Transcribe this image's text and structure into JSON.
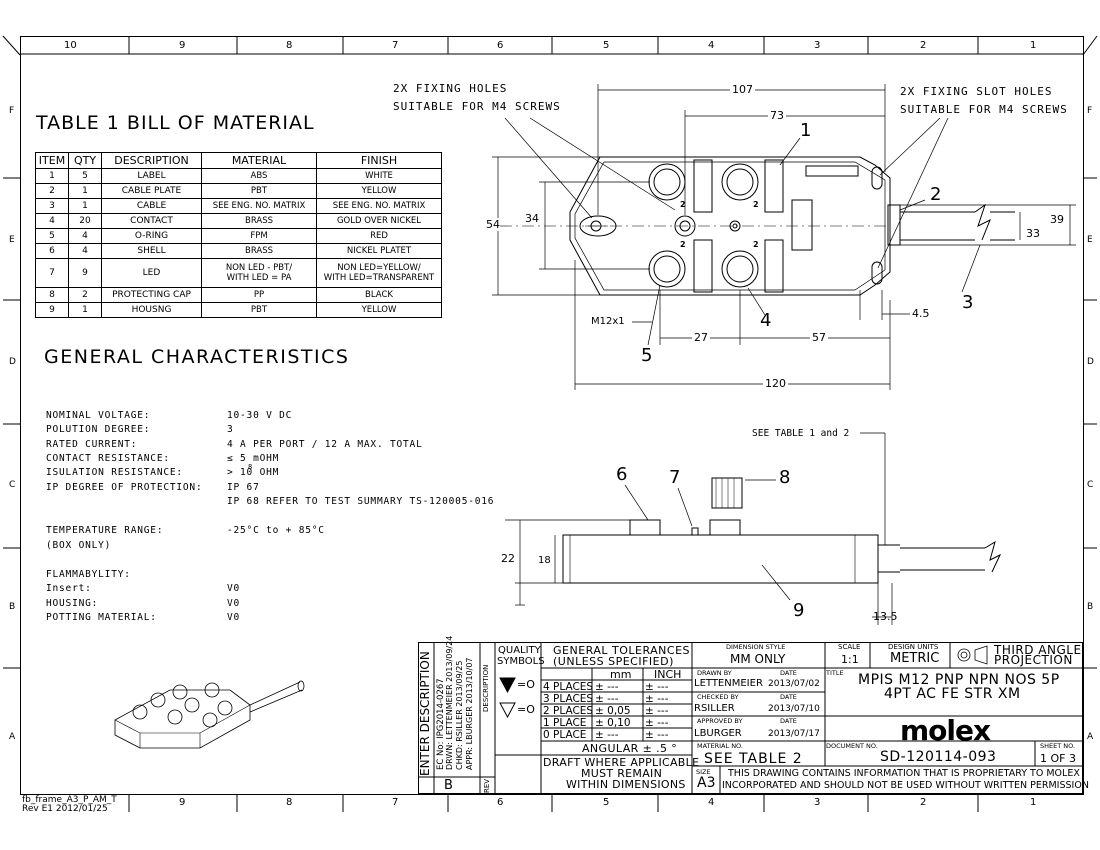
{
  "frame": {
    "col_numbers_top": [
      "10",
      "9",
      "8",
      "7",
      "6",
      "5",
      "4",
      "3",
      "2",
      "1"
    ],
    "col_numbers_bottom": [
      "9",
      "8",
      "7",
      "6",
      "5",
      "4",
      "3",
      "2",
      "1"
    ],
    "row_letters": [
      "F",
      "E",
      "D",
      "C",
      "B",
      "A"
    ],
    "frame_id": "fb_frame_A3_P_AM_T",
    "frame_rev": "Rev E1 2012/01/25"
  },
  "bom": {
    "title": "TABLE 1 BILL OF MATERIAL",
    "headers": [
      "ITEM",
      "QTY",
      "DESCRIPTION",
      "MATERIAL",
      "FINISH"
    ],
    "rows": [
      [
        "1",
        "5",
        "LABEL",
        "ABS",
        "WHITE"
      ],
      [
        "2",
        "1",
        "CABLE PLATE",
        "PBT",
        "YELLOW"
      ],
      [
        "3",
        "1",
        "CABLE",
        "SEE ENG. NO. MATRIX",
        "SEE ENG. NO. MATRIX"
      ],
      [
        "4",
        "20",
        "CONTACT",
        "BRASS",
        "GOLD OVER NICKEL"
      ],
      [
        "5",
        "4",
        "O-RING",
        "FPM",
        "RED"
      ],
      [
        "6",
        "4",
        "SHELL",
        "BRASS",
        "NICKEL PLATET"
      ],
      [
        "7",
        "9",
        "LED",
        "NON LED - PBT/\nWITH LED = PA",
        "NON LED=YELLOW/\nWITH LED=TRANSPARENT"
      ],
      [
        "8",
        "2",
        "PROTECTING CAP",
        "PP",
        "BLACK"
      ],
      [
        "9",
        "1",
        "HOUSNG",
        "PBT",
        "YELLOW"
      ]
    ]
  },
  "general": {
    "title": "GENERAL CHARACTERISTICS",
    "rows": [
      [
        "NOMINAL VOLTAGE:",
        "10-30 V DC"
      ],
      [
        "POLUTION DEGREE:",
        "3"
      ],
      [
        "RATED CURRENT:",
        "4 A PER PORT / 12 A MAX. TOTAL"
      ],
      [
        "CONTACT RESISTANCE:",
        "≤ 5 mOHM"
      ],
      [
        "ISULATION RESISTANCE:",
        "> 10 OHM"
      ],
      [
        "IP DEGREE OF PROTECTION:",
        "IP 67"
      ],
      [
        "",
        "IP 68 REFER TO TEST SUMMARY TS-120005-016"
      ],
      [
        "TEMPERATURE RANGE:",
        "-25°C to + 85°C"
      ],
      [
        "(BOX ONLY)",
        ""
      ],
      [
        "FLAMMABYLITY:",
        ""
      ],
      [
        "Insert:",
        "V0"
      ],
      [
        "HOUSING:",
        "V0"
      ],
      [
        "POTTING MATERIAL:",
        "V0"
      ]
    ],
    "isulation_exponent": "8"
  },
  "drawing": {
    "note_fix_holes": [
      "2X FIXING HOLES",
      "SUITABLE FOR M4 SCREWS"
    ],
    "note_slot_holes": [
      "2X FIXING SLOT HOLES",
      "SUITABLE FOR M4 SCREWS"
    ],
    "see_table": "SEE TABLE 1 and 2",
    "dims": {
      "d107": "107",
      "d73": "73",
      "d54": "54",
      "d34": "34",
      "d39": "39",
      "d33": "33",
      "d45": "4.5",
      "d27": "27",
      "d57": "57",
      "d120": "120",
      "d22": "22",
      "d18": "18",
      "d135": "13.5",
      "m12": "M12x1"
    },
    "balloons": [
      "1",
      "2",
      "3",
      "4",
      "5",
      "6",
      "7",
      "8",
      "9"
    ],
    "pin_label": "2"
  },
  "title_block": {
    "enter_description": "ENTER DESCRIPTION",
    "ec_no": "EC No: IPG2014-0267",
    "drwn": "DRWN: LETTENMEIER 2013/09/24",
    "chkd": "CHKD: RSILLER 2013/09/25",
    "appr": "APPR: LBURGER 2013/10/07",
    "rev_letter": "B",
    "rev_label": "REV",
    "description_label": "DESCRIPTION",
    "quality": "QUALITY",
    "symbols": "SYMBOLS",
    "q_symbol_1": "=O",
    "q_symbol_2": "=O",
    "general_tol_1": "GENERAL TOLERANCES",
    "general_tol_2": "(UNLESS SPECIFIED)",
    "mm": "mm",
    "inch": "INCH",
    "tol_rows": [
      [
        "4 PLACES",
        "± ---",
        "± ---"
      ],
      [
        "3 PLACES",
        "± ---",
        "± ---"
      ],
      [
        "2 PLACES",
        "± 0,05",
        "± ---"
      ],
      [
        "1 PLACE",
        "± 0,10",
        "± ---"
      ],
      [
        "0 PLACE",
        "± ---",
        "± ---"
      ]
    ],
    "angular": "ANGULAR ± .5 °",
    "draft_1": "DRAFT WHERE APPLICABLE",
    "draft_2": "MUST REMAIN",
    "draft_3": "WITHIN DIMENSIONS",
    "dim_style_label": "DIMENSION STYLE",
    "dim_style": "MM ONLY",
    "drawn_by_label": "DRAWN BY",
    "drawn_by": "LETTENMEIER",
    "drawn_date": "2013/07/02",
    "checked_by_label": "CHECKED BY",
    "checked_by": "RSILLER",
    "checked_date": "2013/07/10",
    "approved_by_label": "APPROVED BY",
    "approved_by": "LBURGER",
    "approved_date": "2013/07/17",
    "date_label": "DATE",
    "material_label": "MATERIAL NO.",
    "material": "SEE TABLE 2",
    "size_label": "SIZE",
    "size": "A3",
    "scale_label": "SCALE",
    "scale": "1:1",
    "units_label": "DESIGN UNITS",
    "units": "METRIC",
    "projection_1": "THIRD ANGLE",
    "projection_2": "PROJECTION",
    "title_label": "TITLE",
    "title_1": "MPIS M12 PNP NPN NOS 5P",
    "title_2": "4PT AC FE STR XM",
    "logo": "molex",
    "doc_label": "DOCUMENT NO.",
    "doc_no": "SD-120114-093",
    "sheet_label": "SHEET NO.",
    "sheet": "1 OF 3",
    "proprietary_1": "THIS DRAWING CONTAINS INFORMATION THAT IS PROPRIETARY TO MOLEX",
    "proprietary_2": "INCORPORATED AND SHOULD NOT BE USED WITHOUT WRITTEN PERMISSION"
  }
}
